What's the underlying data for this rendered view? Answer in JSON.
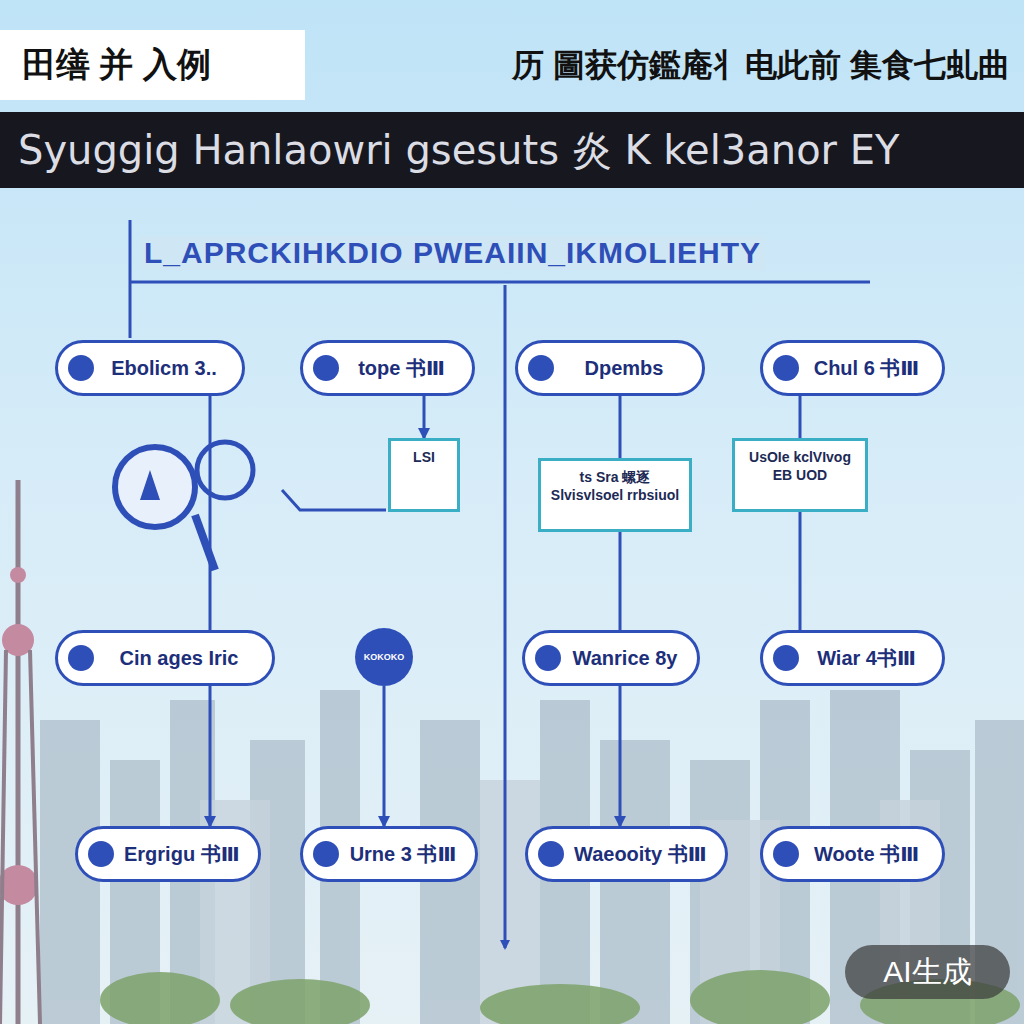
{
  "diagram": {
    "title": "Syuggig Hanlaowri gsesuts 炎 K kel3anor EY",
    "nodes": [
      {
        "text": [
          "Ebolicm 3.."
        ]
      },
      {
        "text": [
          "tope 书Ⅲ"
        ]
      },
      {
        "text": [
          "Dpembs"
        ]
      },
      {
        "text": [
          "Chul 6 书Ⅲ"
        ]
      },
      {
        "text": [
          "LSI"
        ]
      },
      {
        "text": [
          "ts Sra 螺逐 Slvisvlsoel rrbsiuol"
        ]
      },
      {
        "text": [
          "UsOIe kclVIvog EB UOD"
        ]
      },
      {
        "text": [
          "Cin ages Iric"
        ]
      },
      {
        "text": [
          "KOKOKO"
        ]
      },
      {
        "text": [
          "Wanrice 8y"
        ]
      },
      {
        "text": [
          "Wiar 4书Ⅲ"
        ]
      },
      {
        "text": [
          "Ergrigu 书Ⅲ"
        ]
      },
      {
        "text": [
          "Urne 3 书Ⅲ"
        ]
      },
      {
        "text": [
          "Waeooity 书Ⅲ"
        ]
      },
      {
        "text": [
          "Woote 书Ⅲ"
        ]
      }
    ],
    "edges": [
      {
        "from": 0,
        "to": 7,
        "arrow": "none"
      },
      {
        "from": 7,
        "to": 11,
        "arrow": "to"
      },
      {
        "from": 1,
        "to": 4,
        "arrow": "to"
      },
      {
        "from": 2,
        "to": 5,
        "arrow": "none"
      },
      {
        "from": 5,
        "to": 9,
        "arrow": "none"
      },
      {
        "from": 9,
        "to": 13,
        "arrow": "to"
      },
      {
        "from": 3,
        "to": 6,
        "arrow": "none"
      },
      {
        "from": 6,
        "to": 10,
        "arrow": "none"
      },
      {
        "from": 8,
        "to": 12,
        "arrow": "to"
      }
    ],
    "labels": [
      "田缮 并 入例",
      "历 圖获仿鑑庵丬电此前 集食七虬曲",
      "L_APRCKIHKDIO PWEAIIN_IKMOLIEHTY",
      "AI生成"
    ]
  }
}
